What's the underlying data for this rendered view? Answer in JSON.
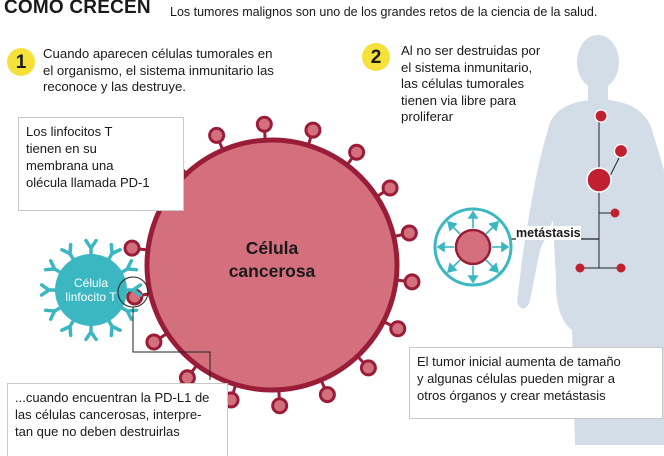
{
  "header": {
    "title": "CÓMO CRECEN",
    "subtitle": "Los tumores malignos son uno de los grandes retos de la ciencia de la salud."
  },
  "step1": {
    "number": "1",
    "lines": [
      "Cuando aparecen células tumorales en",
      "el organismo, el sistema inmunitario las",
      "reconoce y las destruye."
    ]
  },
  "step2": {
    "number": "2",
    "lines": [
      "Al no ser destruidas por",
      "el sistema inmunitario,",
      "las células tumorales",
      "tienen via libre para",
      "proliferar"
    ]
  },
  "box_tcell": {
    "lines": [
      "Los linfocitos T",
      "tienen en su",
      "membrana una",
      "olécula llamada PD-1"
    ]
  },
  "box_pdl1": {
    "lines": [
      "...cuando encuentran la PD-L1 de",
      "las células cancerosas, interpre-",
      "tan que no deben destruirlas"
    ]
  },
  "box_meta": {
    "lines": [
      "El tumor inicial aumenta de tamaño",
      "y algunas células pueden migrar a",
      "otros órganos y crear metástasis"
    ]
  },
  "cancer_cell": {
    "line1": "Célula",
    "line2": "cancerosa"
  },
  "t_cell": {
    "line1": "Célula",
    "line2": "linfocito T"
  },
  "metastasis_label": "metástasis",
  "colors": {
    "cancer_fill": "#d4707e",
    "cancer_stroke": "#9a1d38",
    "t_cell": "#3bb7c2",
    "badge": "#f4e23a",
    "body": "#d3dde8",
    "tumor": "#c0202f"
  }
}
